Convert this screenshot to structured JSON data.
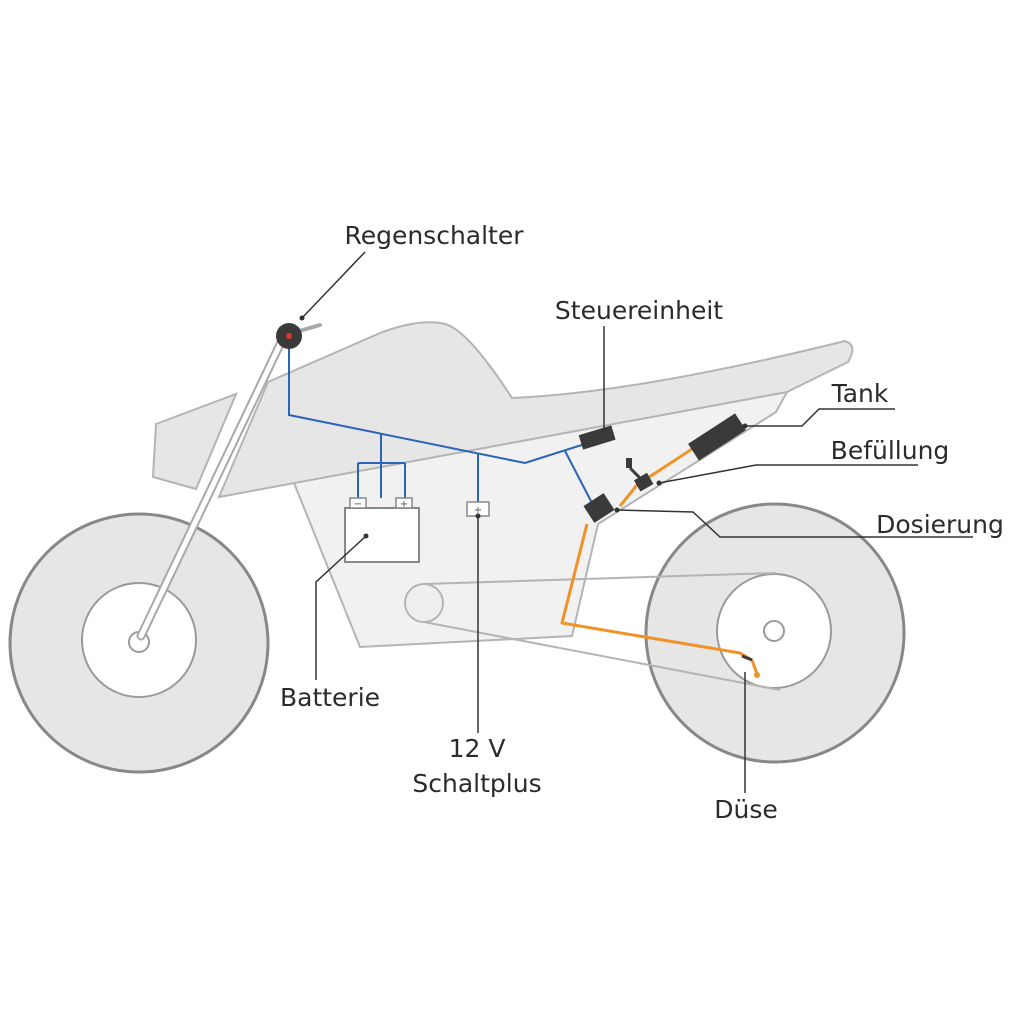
{
  "labels": {
    "regenschalter": "Regenschalter",
    "steuereinheit": "Steuereinheit",
    "tank": "Tank",
    "befuellung": "Befüllung",
    "dosierung": "Dosierung",
    "batterie": "Batterie",
    "schaltplus_line1": "12 V",
    "schaltplus_line2": "Schaltplus",
    "duese": "Düse"
  },
  "battery_terminals": {
    "minus": "−",
    "plus": "+"
  },
  "switched_plus_symbol": "+",
  "colors": {
    "body_fill": "#e6e6e6",
    "body_stroke": "#b4b4b4",
    "frame_fill": "#f1f1f1",
    "wheel_stroke": "#888888",
    "wire_blue": "#2a63b8",
    "wire_orange": "#f0922a",
    "component": "#3a3a3a",
    "leader": "#333333"
  }
}
